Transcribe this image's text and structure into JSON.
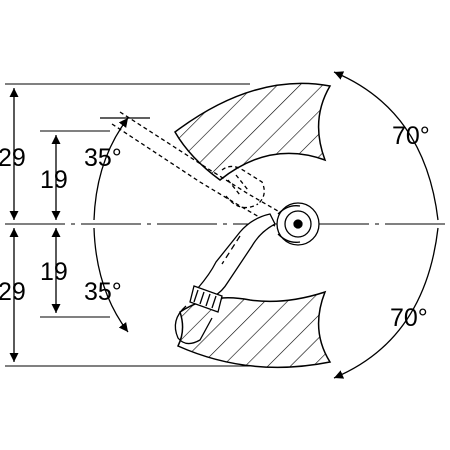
{
  "dimensions": {
    "left_outer_top": "29",
    "left_outer_bottom": "29",
    "left_inner_top": "19",
    "left_inner_bottom": "19",
    "angle_left_top": "35°",
    "angle_left_bottom": "35°",
    "angle_right_top": "70°",
    "angle_right_bottom": "70°"
  },
  "colors": {
    "line": "#000000",
    "background": "#ffffff"
  }
}
